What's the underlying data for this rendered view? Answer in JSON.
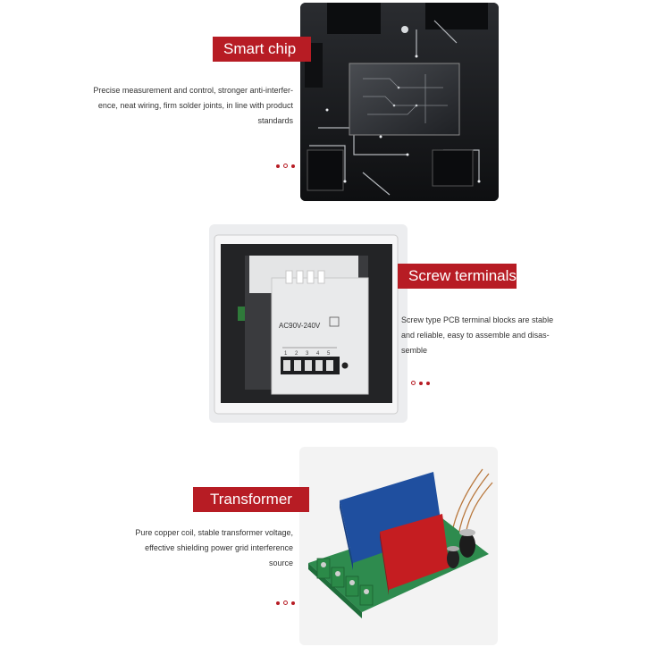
{
  "sections": [
    {
      "title": "Smart chip",
      "description": [
        "Precise measurement and control, stronger anti-interfer-",
        "ence, neat wiring, firm solder joints, in line with product",
        "standards"
      ],
      "image": "circuit-board-chip-photo"
    },
    {
      "title": "Screw terminals",
      "description": [
        "Screw type PCB terminal blocks are stable",
        "and reliable, easy to assemble and disas-",
        "semble"
      ],
      "image": "thermostat-back-terminal-photo",
      "device_label": "AC90V-240V",
      "terminal_numbers": [
        "1",
        "2",
        "3",
        "4",
        "5"
      ]
    },
    {
      "title": "Transformer",
      "description": [
        "Pure copper coil, stable transformer voltage,",
        "effective shielding power grid interference",
        "source"
      ],
      "image": "relay-board-photo"
    }
  ],
  "colors": {
    "accent": "#b71c24",
    "dark_board": "#1a1c1f"
  }
}
